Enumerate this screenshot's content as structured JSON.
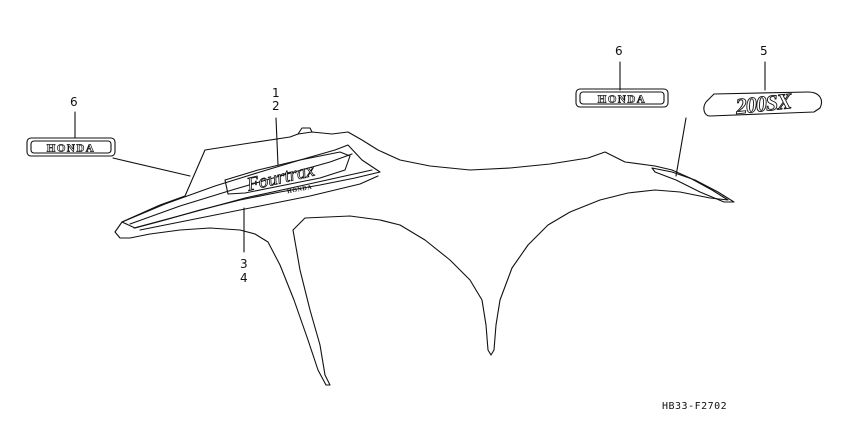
{
  "callouts": {
    "c1": "1",
    "c2": "2",
    "c3": "3",
    "c4": "4",
    "c5": "5",
    "c6_left": "6",
    "c6_right": "6"
  },
  "emblems": {
    "honda_left": "HONDA",
    "honda_right": "HONDA",
    "honda_small": "HONDA",
    "fourtrax": "Fourtrax",
    "model": "200SX"
  },
  "figure_code": "HB33-F2702",
  "colors": {
    "line": "#111111",
    "background": "#ffffff"
  }
}
